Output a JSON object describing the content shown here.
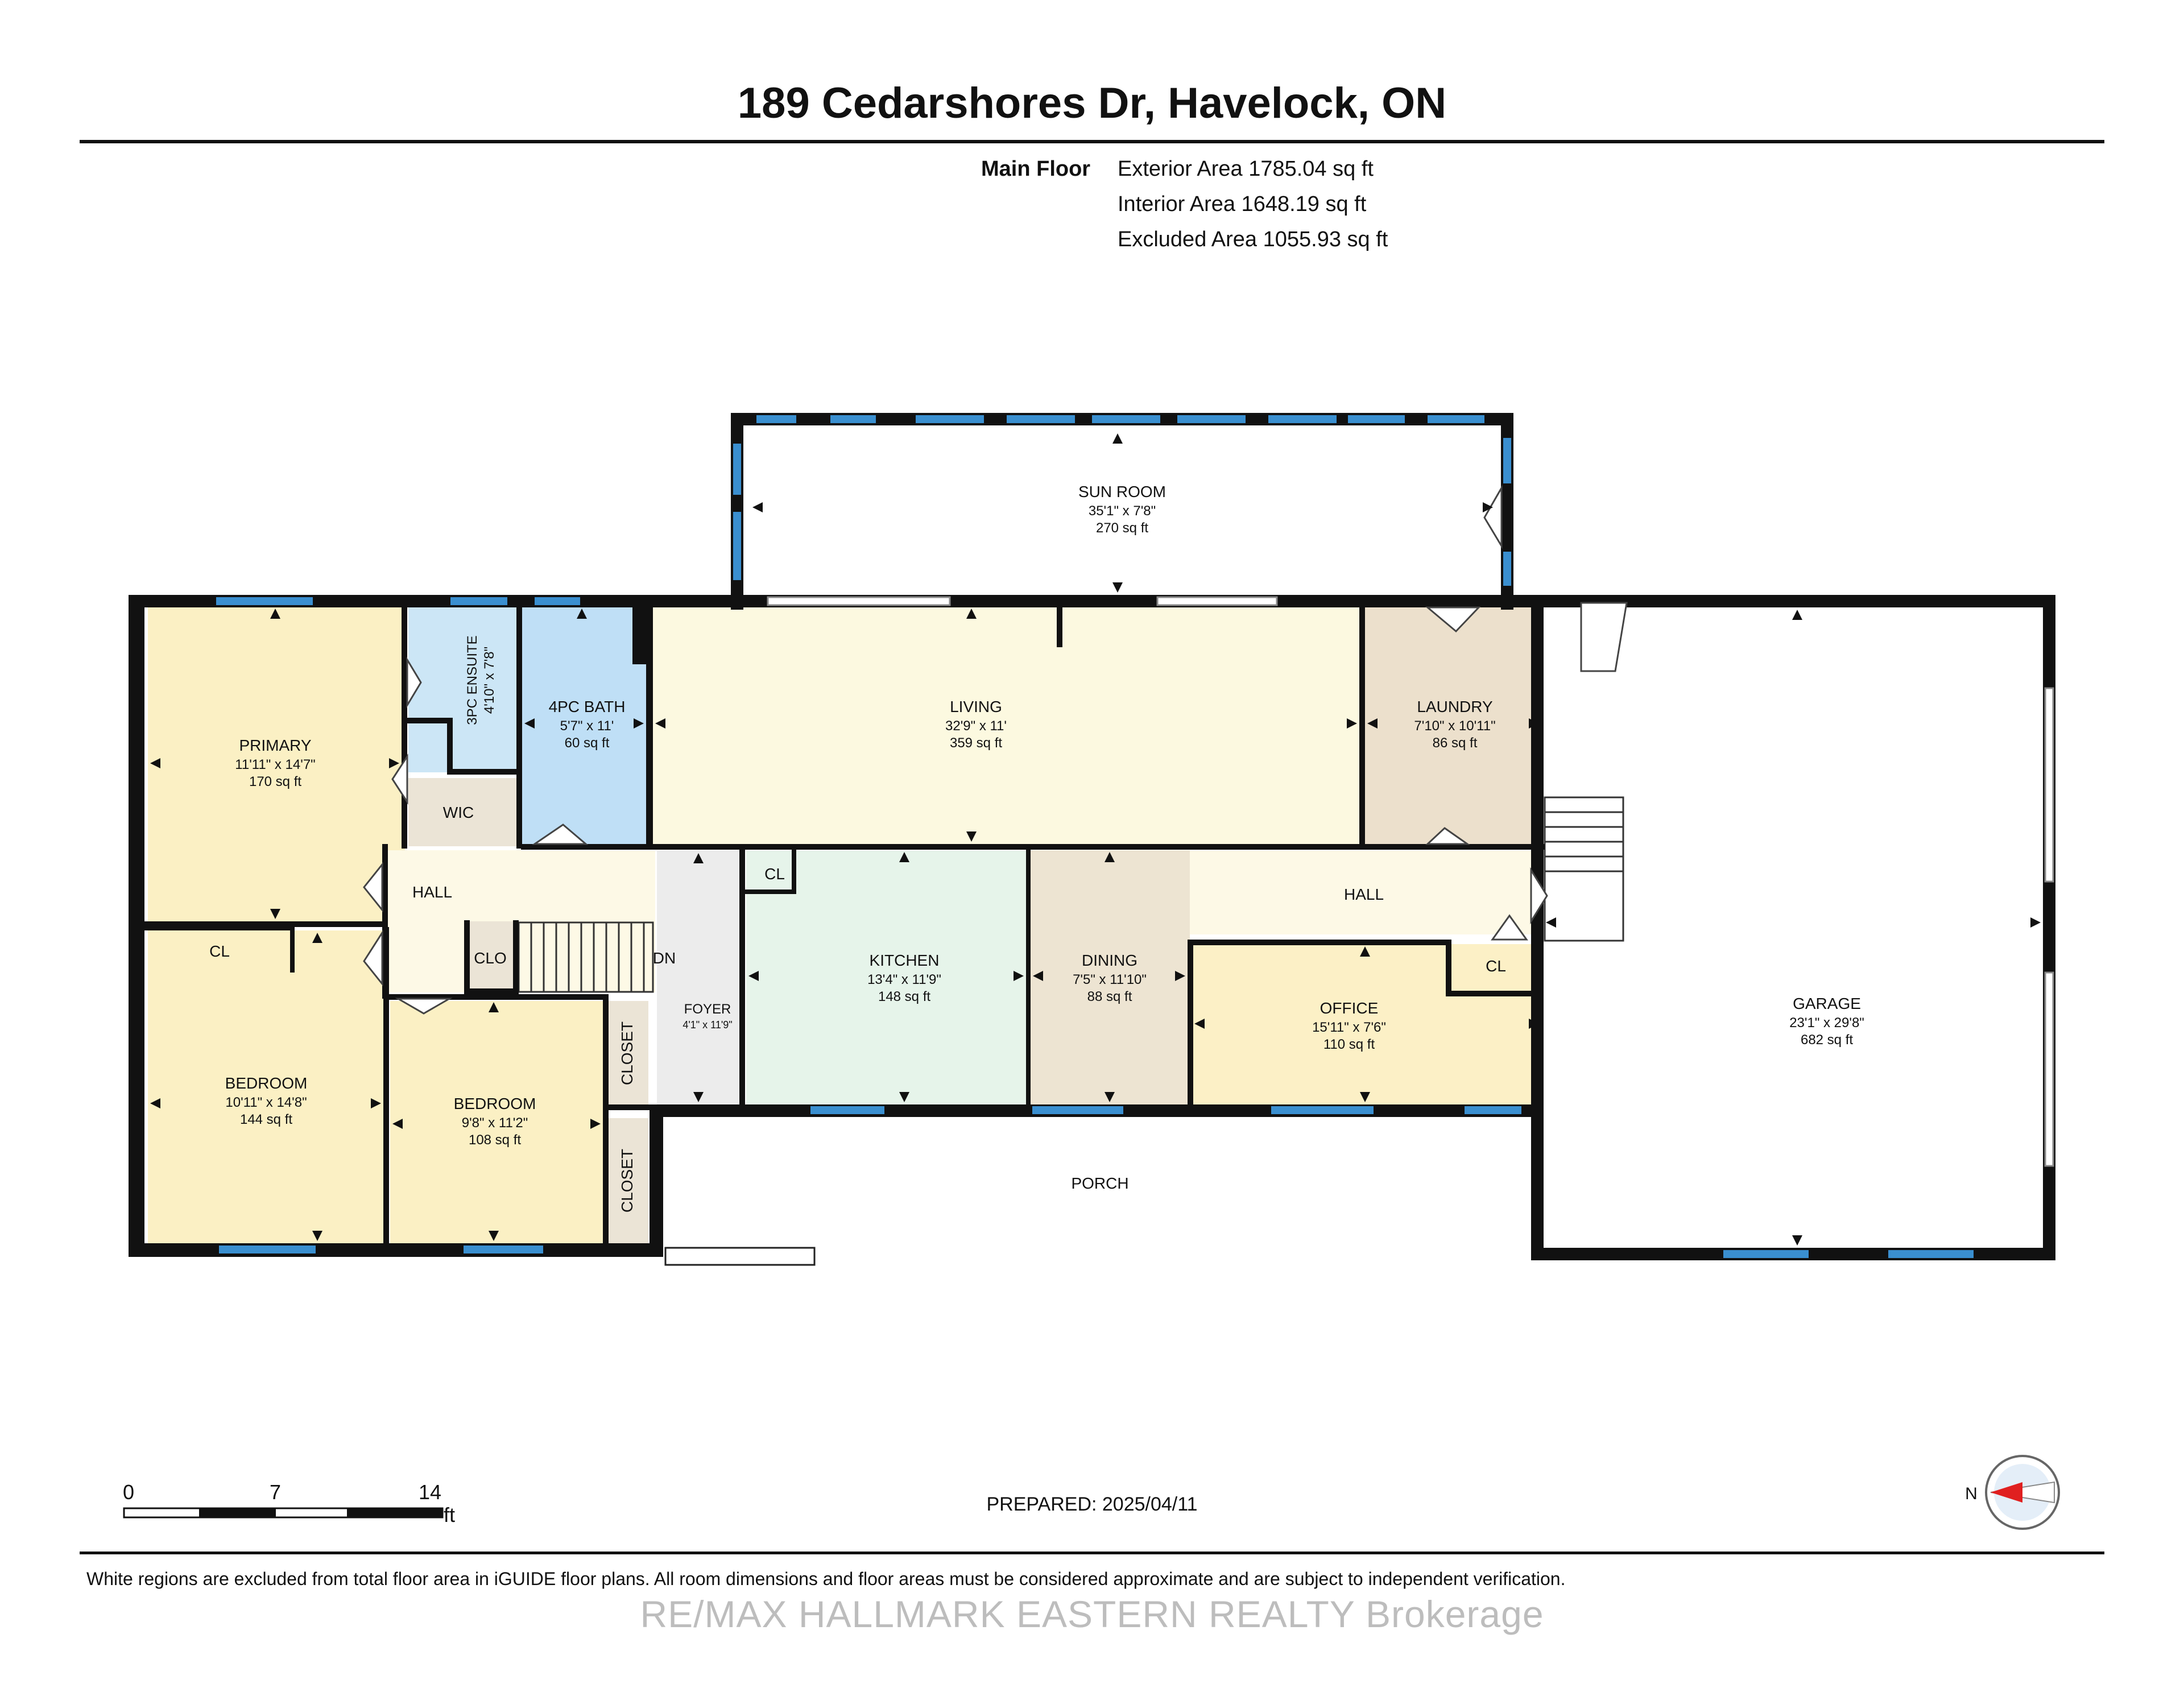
{
  "title": "189 Cedarshores Dr, Havelock, ON",
  "floor": {
    "name": "Main Floor",
    "exterior_area": "Exterior Area 1785.04 sq ft",
    "interior_area": "Interior Area 1648.19 sq ft",
    "excluded_area": "Excluded Area 1055.93 sq ft"
  },
  "colors": {
    "wall": "#111111",
    "window": "#3a8fd0",
    "primary": "#fbf0c4",
    "bedroom": "#fbf0c4",
    "ensuite": "#cce6f6",
    "bath": "#bfdff6",
    "living": "#fcf9e0",
    "laundry": "#ece0cc",
    "kitchen": "#e6f4ea",
    "dining": "#ede4d2",
    "office": "#fcf0c6",
    "hall": "#fdf9e6",
    "closet": "#ebe4d6",
    "foyer": "#ececec"
  },
  "rooms": {
    "sunroom": {
      "name": "SUN ROOM",
      "dims": "35'1\" x 7'8\"",
      "area": "270 sq ft"
    },
    "primary": {
      "name": "PRIMARY",
      "dims": "11'11\" x 14'7\"",
      "area": "170 sq ft"
    },
    "ensuite": {
      "name": "3PC ENSUITE",
      "dims": "4'10\" x 7'8\""
    },
    "bath": {
      "name": "4PC BATH",
      "dims": "5'7\" x 11'",
      "area": "60 sq ft"
    },
    "living": {
      "name": "LIVING",
      "dims": "32'9\" x 11'",
      "area": "359 sq ft"
    },
    "laundry": {
      "name": "LAUNDRY",
      "dims": "7'10\" x 10'11\"",
      "area": "86 sq ft"
    },
    "wic": {
      "name": "WIC"
    },
    "hall_left": {
      "name": "HALL"
    },
    "hall_right": {
      "name": "HALL"
    },
    "cl_kitchen": {
      "name": "CL"
    },
    "cl_primary": {
      "name": "CL"
    },
    "cl_office": {
      "name": "CL"
    },
    "clo": {
      "name": "CLO"
    },
    "dn": {
      "name": "DN"
    },
    "kitchen": {
      "name": "KITCHEN",
      "dims": "13'4\" x 11'9\"",
      "area": "148 sq ft"
    },
    "dining": {
      "name": "DINING",
      "dims": "7'5\" x 11'10\"",
      "area": "88 sq ft"
    },
    "office": {
      "name": "OFFICE",
      "dims": "15'11\" x 7'6\"",
      "area": "110 sq ft"
    },
    "foyer": {
      "name": "FOYER",
      "dims": "4'1\" x 11'9\""
    },
    "bedroom1": {
      "name": "BEDROOM",
      "dims": "10'11\" x 14'8\"",
      "area": "144 sq ft"
    },
    "bedroom2": {
      "name": "BEDROOM",
      "dims": "9'8\" x 11'2\"",
      "area": "108 sq ft"
    },
    "closet1": {
      "name": "CLOSET"
    },
    "closet2": {
      "name": "CLOSET"
    },
    "porch": {
      "name": "PORCH"
    },
    "garage": {
      "name": "GARAGE",
      "dims": "23'1\" x 29'8\"",
      "area": "682 sq ft"
    }
  },
  "scale": {
    "ticks": [
      "0",
      "7",
      "14"
    ],
    "unit": "ft"
  },
  "prepared": "PREPARED: 2025/04/11",
  "compass": {
    "label": "N"
  },
  "footnote": "White regions are excluded from total floor area in iGUIDE floor plans. All room dimensions and floor areas must be considered approximate and are subject to independent verification.",
  "watermark": "RE/MAX HALLMARK EASTERN REALTY  Brokerage"
}
